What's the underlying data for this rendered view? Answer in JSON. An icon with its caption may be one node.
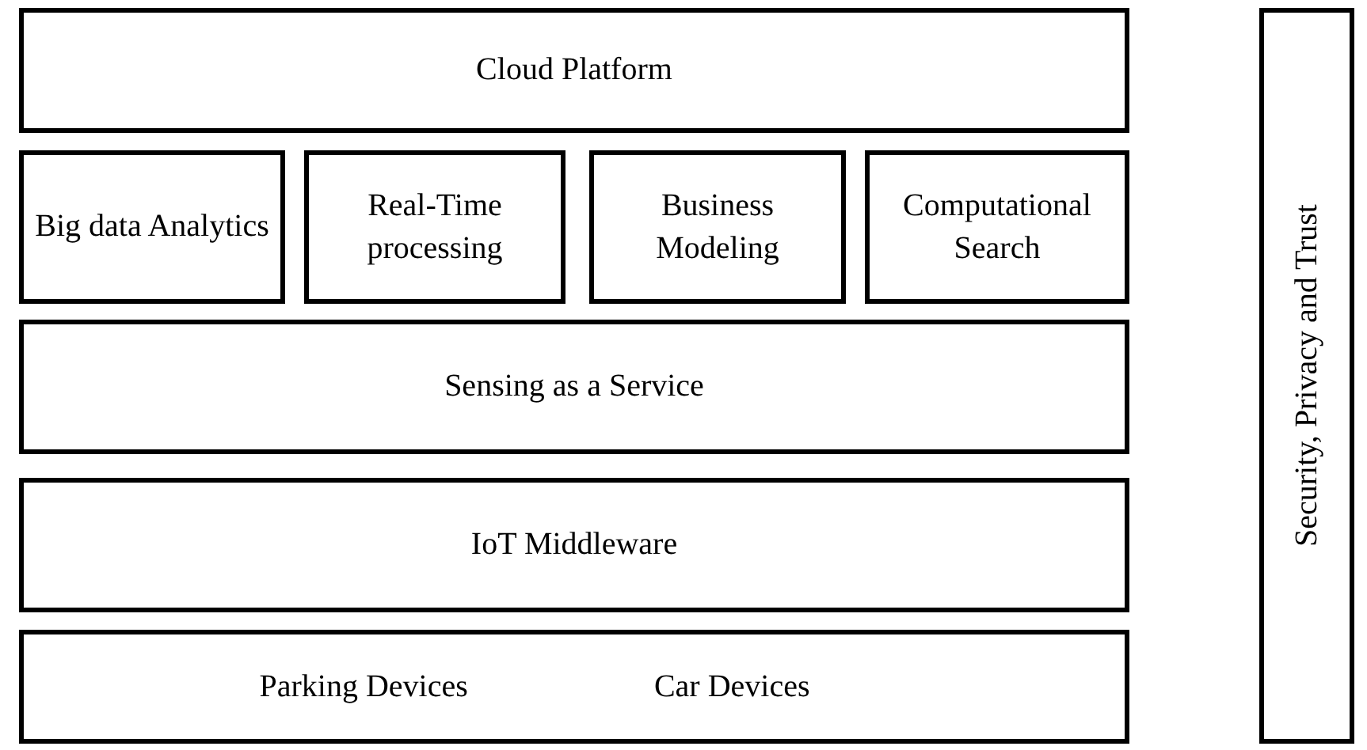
{
  "diagram": {
    "nodes": [
      {
        "text": [
          "Cloud Platform"
        ]
      },
      {
        "text": [
          "Big data Analytics"
        ]
      },
      {
        "text": [
          "Real-Time processing"
        ]
      },
      {
        "text": [
          "Business Modeling"
        ]
      },
      {
        "text": [
          "Computational Search"
        ]
      },
      {
        "text": [
          "Sensing as a Service"
        ]
      },
      {
        "text": [
          "IoT Middleware"
        ]
      },
      {
        "text": [
          "Parking Devices",
          "Car Devices"
        ]
      },
      {
        "text": [
          "Security, Privacy and Trust"
        ]
      }
    ],
    "edges": []
  }
}
